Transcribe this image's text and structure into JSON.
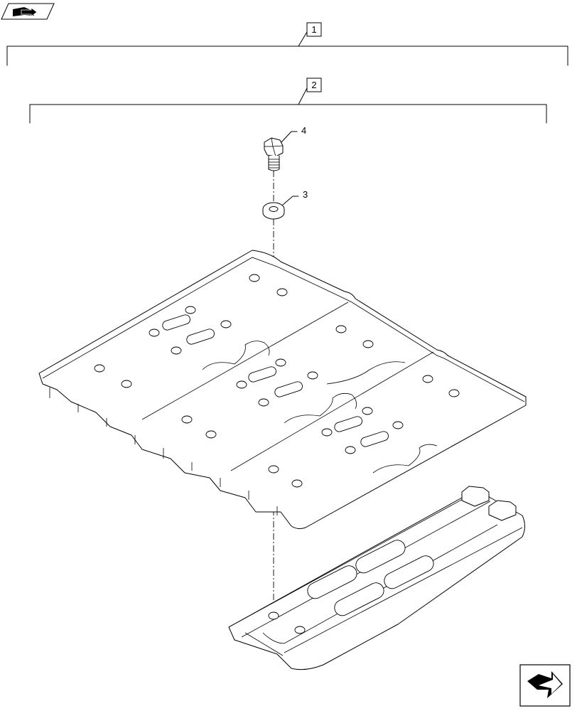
{
  "callouts": {
    "assembly_1": "1",
    "assembly_2": "2",
    "washer": "3",
    "bolt": "4"
  },
  "icons": {
    "top_left": "book-arrow-icon",
    "bottom_right": "next-page-arrow-icon"
  },
  "colors": {
    "line": "#000000",
    "background": "#ffffff"
  }
}
